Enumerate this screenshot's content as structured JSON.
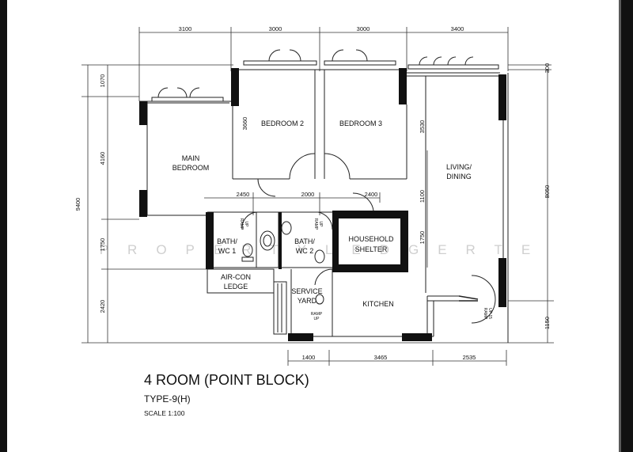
{
  "plan": {
    "title": "4 ROOM (POINT BLOCK)",
    "subtitle": "TYPE-9(H)",
    "scale": "SCALE 1:100",
    "watermark": "PROPERTYLEDGERTE",
    "rooms": {
      "main_bedroom": [
        "MAIN",
        "BEDROOM"
      ],
      "bedroom_2": "BEDROOM 2",
      "bedroom_3": "BEDROOM 3",
      "living_dining": [
        "LIVING/",
        "DINING"
      ],
      "bath_wc_1": [
        "BATH/",
        "WC 1"
      ],
      "bath_wc_2": [
        "BATH/",
        "WC 2"
      ],
      "household_shelter": [
        "HOUSEHOLD",
        "SHELTER"
      ],
      "air_con_ledge": [
        "AIR-CON",
        "LEDGE"
      ],
      "service_yard": [
        "SERVICE",
        "YARD"
      ],
      "kitchen": "KITCHEN"
    },
    "ramp_labels": {
      "ramp_up": [
        "RAMP",
        "UP"
      ],
      "ramp_up_15": [
        "RAMP",
        "UP 15"
      ]
    },
    "dimensions": {
      "top": [
        "3100",
        "3000",
        "3000",
        "3400"
      ],
      "top_right": "300",
      "middle": [
        "2450",
        "2000",
        "2400"
      ],
      "bottom": [
        "1400",
        "3465",
        "2535"
      ],
      "left_overall": "9400",
      "left": [
        "1070",
        "4160",
        "1750",
        "2420"
      ],
      "right_overall": "8050",
      "right_lower": "1150",
      "inner_bedroom_2": "3660",
      "inner_bedroom_3": "3530",
      "inner_living": "1100",
      "inner_shelter": "1750"
    }
  },
  "colors": {
    "wall": "#111111",
    "frame": "#111111",
    "watermark": "#cfcfcf",
    "background": "#ffffff"
  }
}
